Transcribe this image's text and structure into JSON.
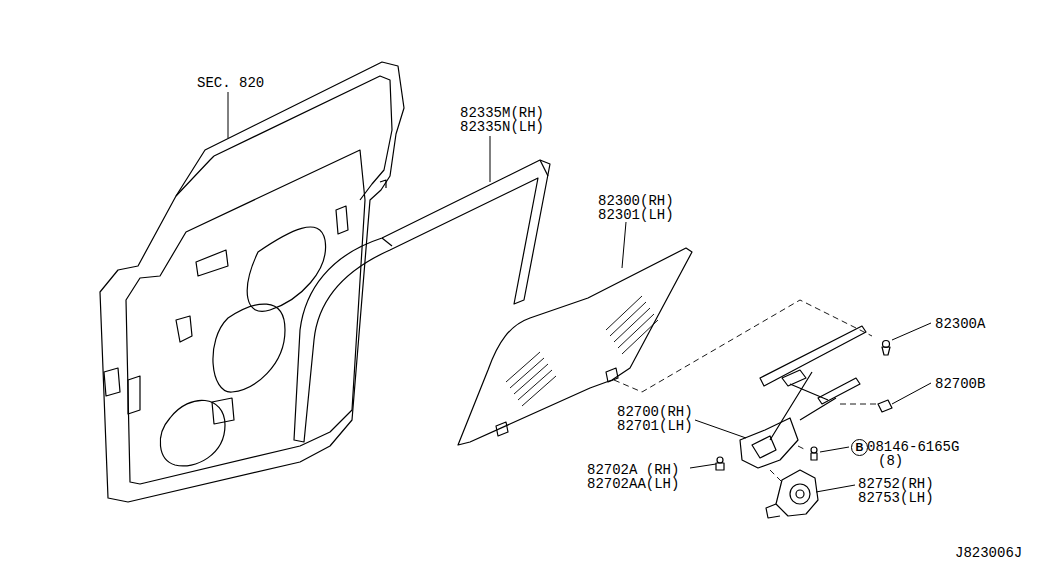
{
  "diagram": {
    "nodes": [
      {
        "text": [
          "B"
        ]
      }
    ],
    "edges": [],
    "labels": [
      "SEC. 820",
      "82335M(RH)",
      "82335N(LH)",
      "82300(RH)",
      "82301(LH)",
      "82300A",
      "82700B",
      "82700(RH)",
      "82701(LH)",
      "08146-6165G",
      "(8)",
      "82702A (RH)",
      "82702AA(LH)",
      "82752(RH)",
      "82753(LH)",
      "J823006J"
    ]
  }
}
